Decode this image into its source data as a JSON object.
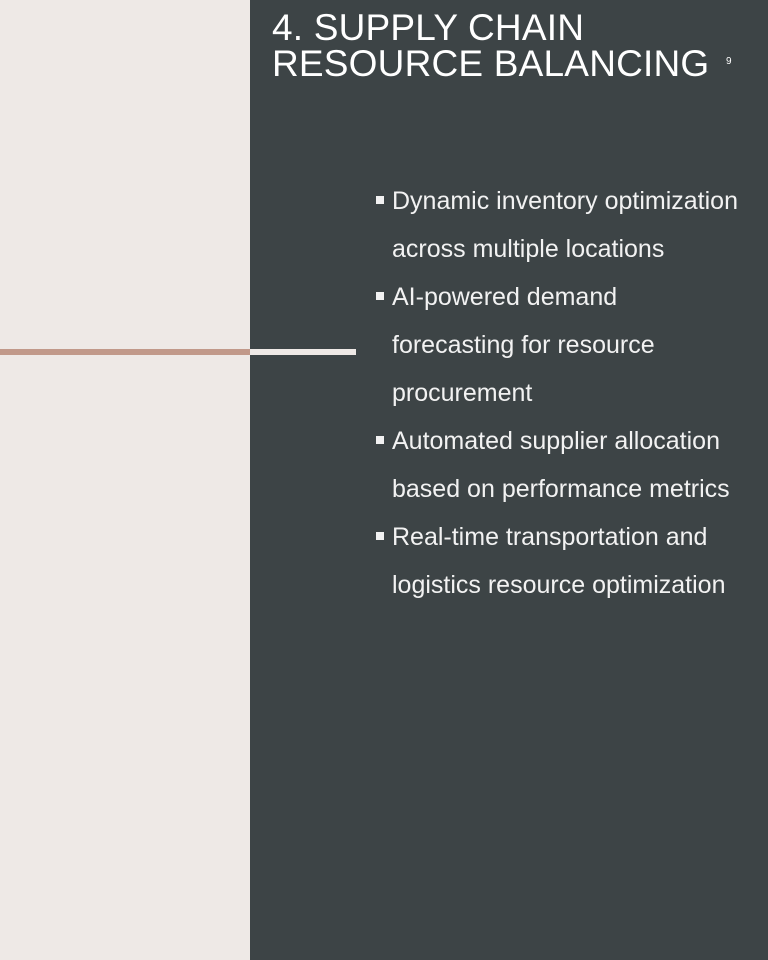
{
  "slide": {
    "title_lines": [
      "4. SUPPLY CHAIN",
      "RESOURCE BALANCING"
    ],
    "page_number": "9",
    "bullets": [
      "Dynamic inventory optimization across multiple locations",
      "AI-powered demand forecasting for resource procurement",
      "Automated supplier allocation based on performance metrics",
      "Real-time transportation and logistics resource optimization"
    ]
  },
  "colors": {
    "left_background": "#EEE9E6",
    "right_background": "#3D4446",
    "accent_line": "#C1998A",
    "text": "#FFFFFF"
  }
}
